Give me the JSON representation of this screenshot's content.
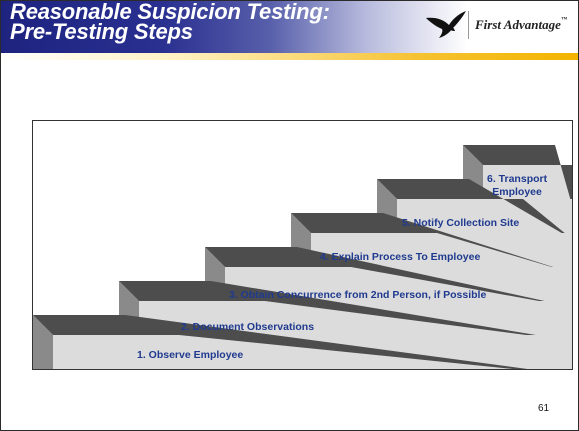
{
  "slide": {
    "title": "Reasonable Suspicion Testing:\nPre-Testing Steps",
    "logo_text": "First Advantage",
    "logo_tm": "™",
    "page_number": "61"
  },
  "steps": [
    {
      "label": "1. Observe Employee"
    },
    {
      "label": "2. Document Observations"
    },
    {
      "label": "3. Obtain Concurrence from 2nd Person, if Possible"
    },
    {
      "label": "4. Explain Process To Employee"
    },
    {
      "label": "5. Notify Collection Site"
    },
    {
      "label": "6. Transport\nEmployee"
    }
  ],
  "colors": {
    "header_blue": "#1d237f",
    "accent_gold": "#f3b400",
    "label_blue": "#1f3a8f",
    "tread_gray": "#4d4d4d",
    "riser_gray": "#dcdcdc"
  }
}
